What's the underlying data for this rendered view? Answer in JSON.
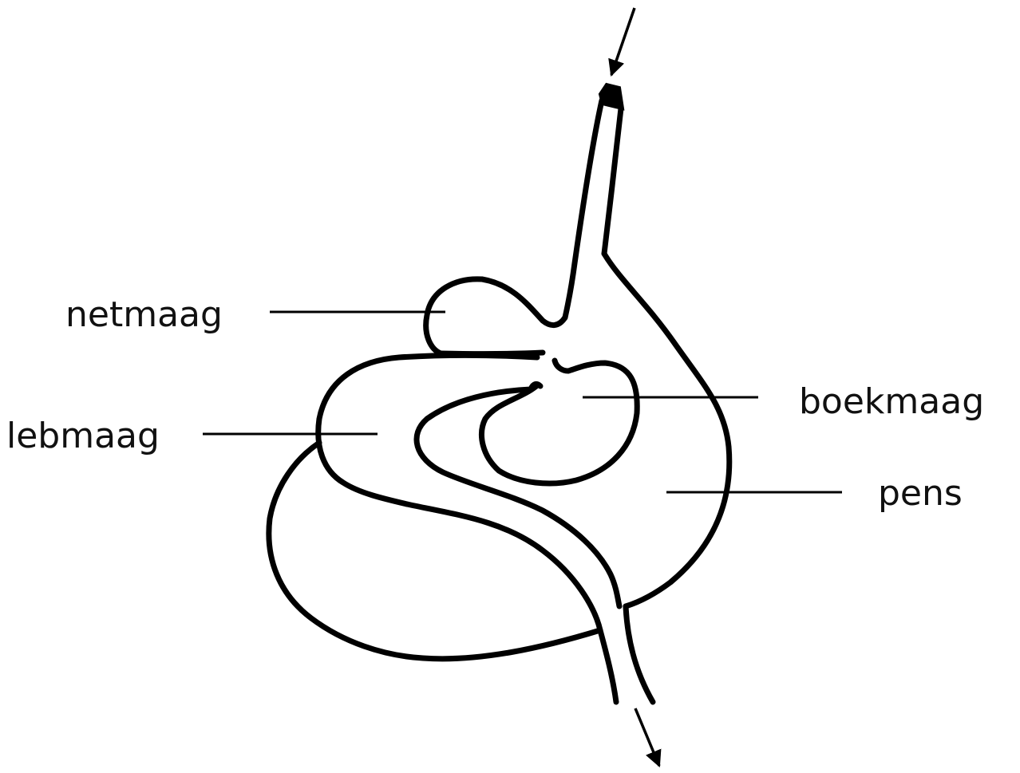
{
  "labels": {
    "netmaag": "netmaag",
    "lebmaag": "lebmaag",
    "boekmaag": "boekmaag",
    "pens": "pens"
  },
  "colors": {
    "stroke": "#000000",
    "background": "#ffffff"
  }
}
